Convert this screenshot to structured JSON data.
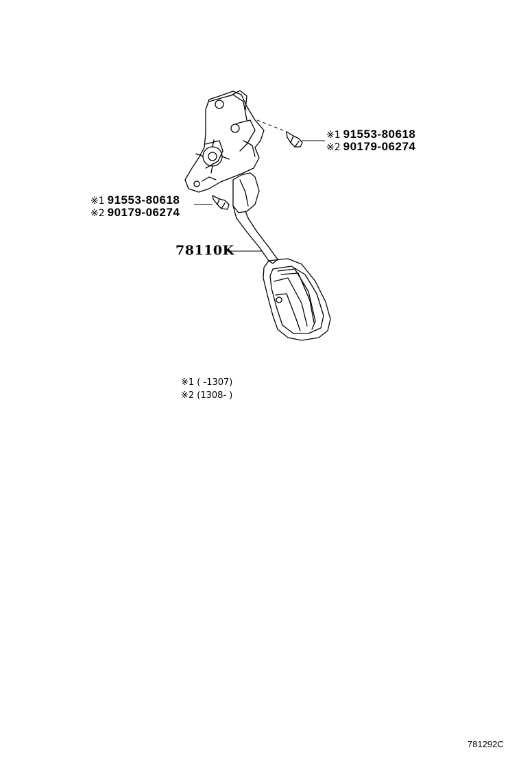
{
  "callouts": {
    "upper_bolt": {
      "line1": {
        "mark": "※1",
        "part": "91553-80618"
      },
      "line2": {
        "mark": "※2",
        "part": "90179-06274"
      }
    },
    "lower_bolt": {
      "line1": {
        "mark": "※1",
        "part": "91553-80618"
      },
      "line2": {
        "mark": "※2",
        "part": "90179-06274"
      }
    },
    "pedal": {
      "part": "78110K"
    }
  },
  "notes": {
    "note1": "※1 (    -1307)",
    "note2": "※2 (1308-    )"
  },
  "illustration_code": "781292C"
}
